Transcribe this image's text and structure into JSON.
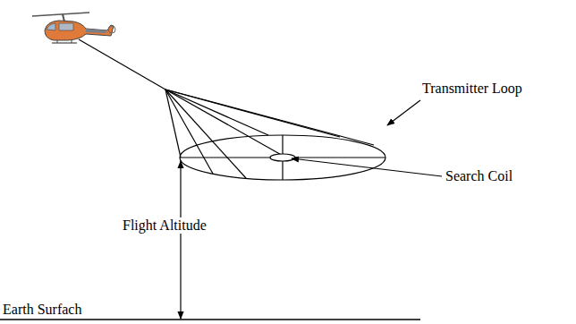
{
  "diagram": {
    "labels": [
      "Transmitter Loop",
      "Search Coil",
      "Flight Altitude",
      "Earth Surfach"
    ]
  }
}
